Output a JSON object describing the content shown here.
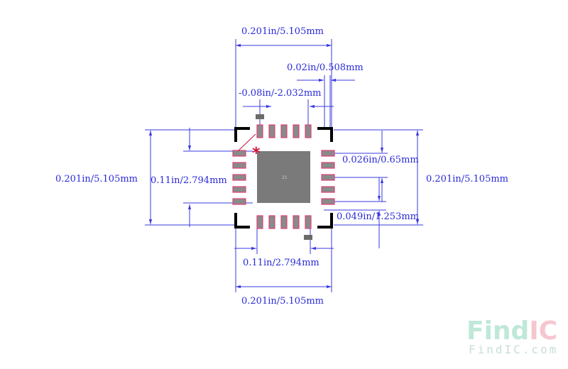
{
  "dimensions": {
    "top_width": "0.201in/5.105mm",
    "pad_width": "0.02in/0.508mm",
    "offset": "-0.08in/-2.032mm",
    "left_height": "0.201in/5.105mm",
    "inner_height": "0.11in/2.794mm",
    "pitch": "0.026in/0.65mm",
    "right_height": "0.201in/5.105mm",
    "pad_length": "0.049in/1.253mm",
    "bottom_inner": "0.11in/2.794mm",
    "bottom_width": "0.201in/5.105mm"
  },
  "center_label": "21",
  "watermark": {
    "brand_a": "Find",
    "brand_b": "IC",
    "url": "FindIC.com"
  },
  "colors": {
    "dimension": "#3a3ae0",
    "pad_fill": "#8a8a8a",
    "pad_outline": "#e0407a",
    "pin1_marker": "#d0103a",
    "watermark_green": "#bfe8d8",
    "watermark_pink": "#f6c6cf"
  }
}
